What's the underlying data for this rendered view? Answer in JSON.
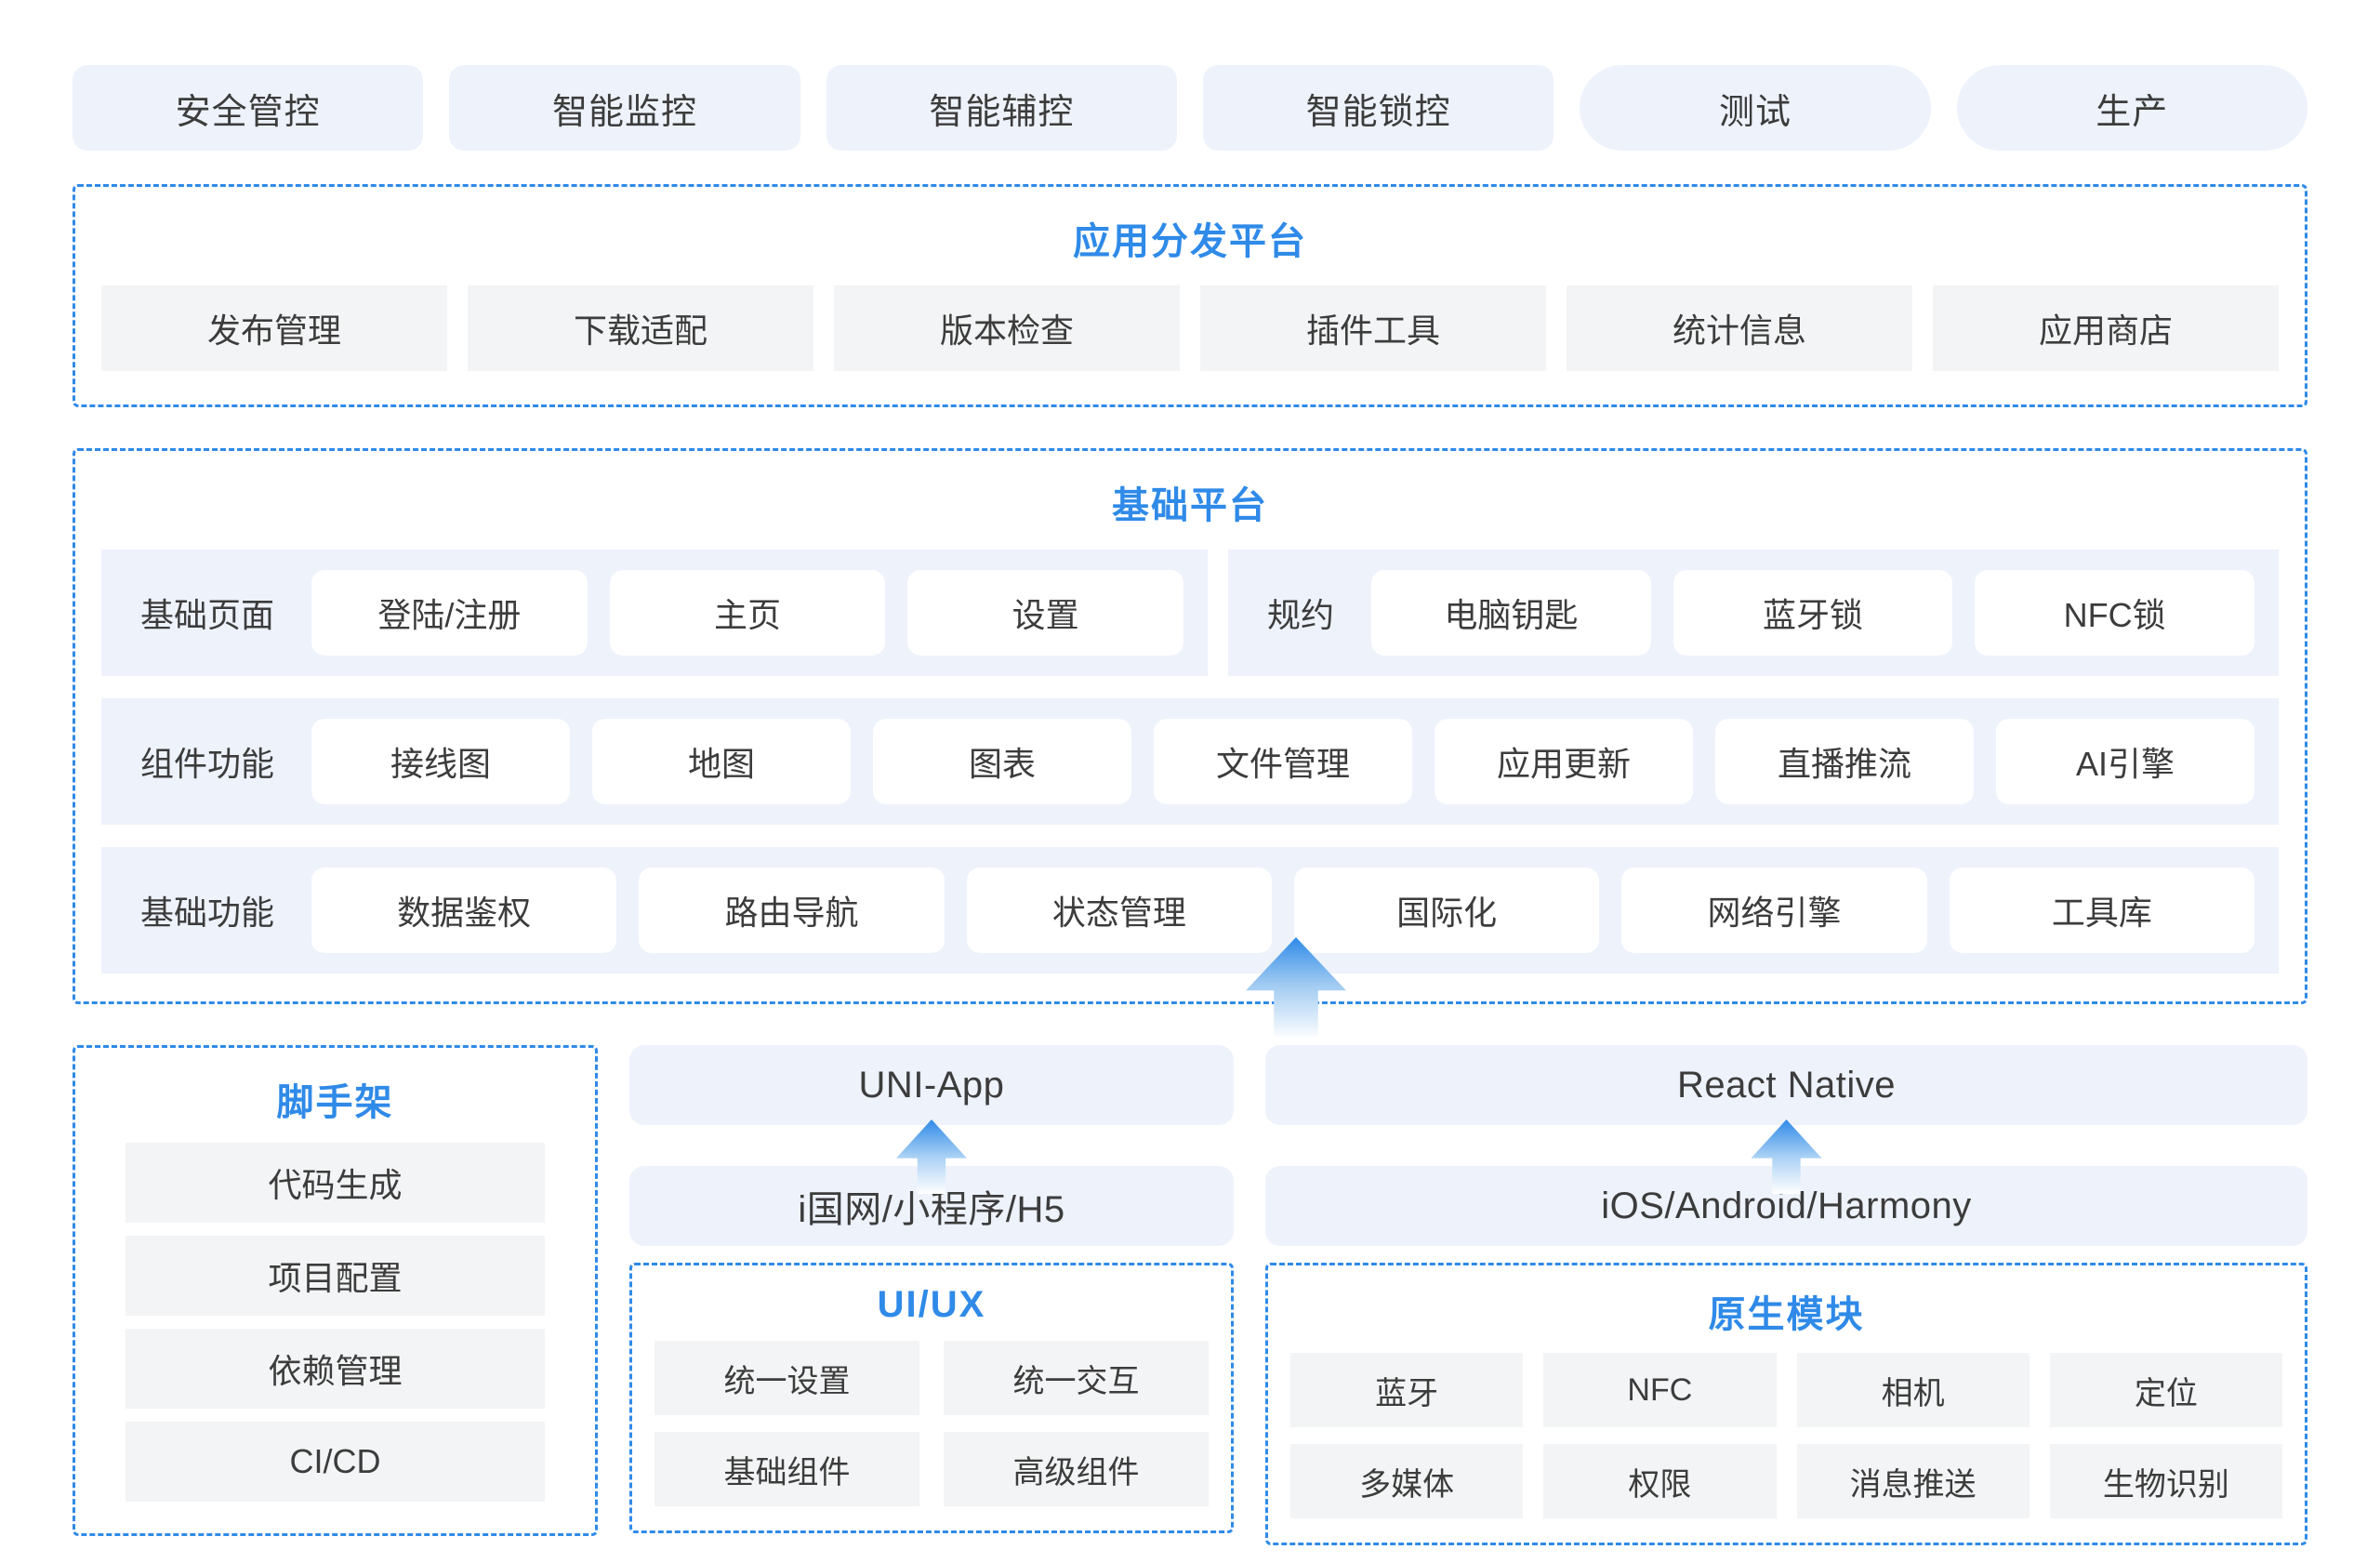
{
  "top_pills": [
    {
      "label": "安全管控",
      "shape": "rounded"
    },
    {
      "label": "智能监控",
      "shape": "rounded"
    },
    {
      "label": "智能辅控",
      "shape": "rounded"
    },
    {
      "label": "智能锁控",
      "shape": "rounded"
    },
    {
      "label": "测试",
      "shape": "pill"
    },
    {
      "label": "生产",
      "shape": "pill"
    }
  ],
  "distribution_platform": {
    "title": "应用分发平台",
    "items": [
      "发布管理",
      "下载适配",
      "版本检查",
      "插件工具",
      "统计信息",
      "应用商店"
    ]
  },
  "base_platform": {
    "title": "基础平台",
    "rows": [
      {
        "groups": [
          {
            "label": "基础页面",
            "items": [
              "登陆/注册",
              "主页",
              "设置"
            ]
          },
          {
            "label": "规约",
            "items": [
              "电脑钥匙",
              "蓝牙锁",
              "NFC锁"
            ]
          }
        ]
      },
      {
        "groups": [
          {
            "label": "组件功能",
            "items": [
              "接线图",
              "地图",
              "图表",
              "文件管理",
              "应用更新",
              "直播推流",
              "AI引擎"
            ]
          }
        ]
      },
      {
        "groups": [
          {
            "label": "基础功能",
            "items": [
              "数据鉴权",
              "路由导航",
              "状态管理",
              "国际化",
              "网络引擎",
              "工具库"
            ]
          }
        ]
      }
    ]
  },
  "scaffold": {
    "title": "脚手架",
    "items": [
      "代码生成",
      "项目配置",
      "依赖管理",
      "CI/CD"
    ]
  },
  "uni_stack": {
    "framework": "UNI-App",
    "targets": "i国网/小程序/H5",
    "sub_panel": {
      "title": "UI/UX",
      "items": [
        "统一设置",
        "统一交互",
        "基础组件",
        "高级组件"
      ]
    }
  },
  "rn_stack": {
    "framework": "React Native",
    "targets": "iOS/Android/Harmony",
    "sub_panel": {
      "title": "原生模块",
      "items": [
        "蓝牙",
        "NFC",
        "相机",
        "定位",
        "多媒体",
        "权限",
        "消息推送",
        "生物识别"
      ]
    }
  },
  "colors": {
    "accent": "#2f8ae8",
    "pill_bg": "#eef2fb",
    "chip_gray": "#f3f4f5",
    "text": "#3c3c3c"
  }
}
